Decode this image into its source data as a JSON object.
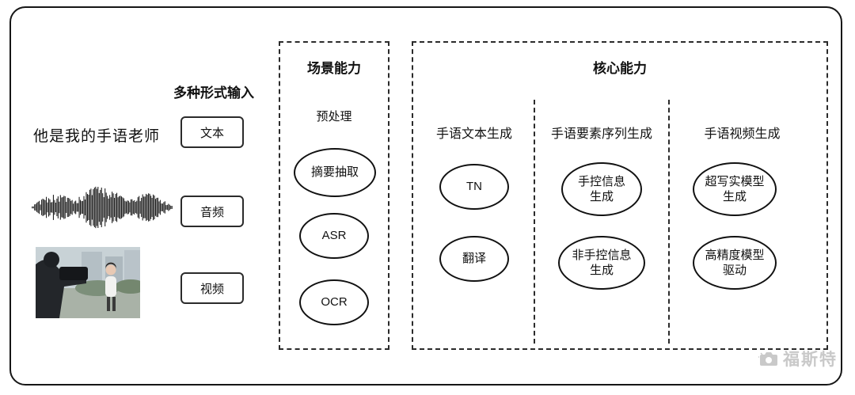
{
  "diagram": {
    "input": {
      "title": "多种形式输入",
      "text_sample": "他是我的手语老师",
      "text_label": "文本",
      "audio_label": "音频",
      "video_label": "视频"
    },
    "scene": {
      "title": "场景能力",
      "subtitle": "预处理",
      "nodes": [
        "摘要抽取",
        "ASR",
        "OCR"
      ]
    },
    "core": {
      "title": "核心能力",
      "columns": [
        {
          "title": "手语文本生成",
          "nodes": [
            "TN",
            "翻译"
          ]
        },
        {
          "title": "手语要素序列生成",
          "nodes": [
            "手控信息\n生成",
            "非手控信息\n生成"
          ]
        },
        {
          "title": "手语视频生成",
          "nodes": [
            "超写实模型\n生成",
            "高精度模型\n驱动"
          ]
        }
      ]
    },
    "watermark": "福斯特",
    "colors": {
      "line": "#161616",
      "dashed": "#2b2b2b",
      "watermark": "#c9c9c9"
    }
  }
}
